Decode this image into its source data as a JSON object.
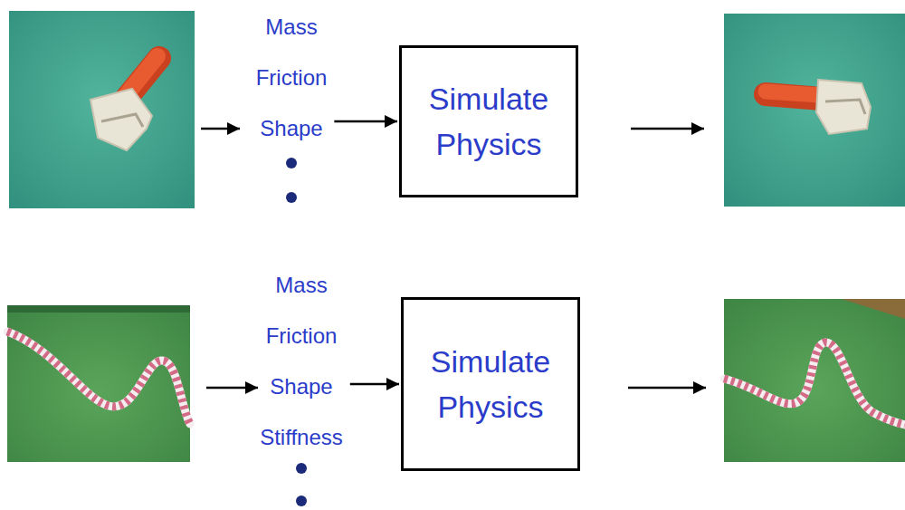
{
  "diagram": {
    "nodes": [
      {
        "text": [
          "Mass",
          "Friction",
          "Shape"
        ]
      },
      {
        "text": [
          "Simulate Physics"
        ]
      },
      {
        "text": [
          "Mass",
          "Friction",
          "Shape",
          "Stiffness"
        ]
      },
      {
        "text": [
          "Simulate Physics"
        ]
      }
    ],
    "edges": [
      {
        "from": 0,
        "to": 1,
        "arrow": "to"
      },
      {
        "from": 2,
        "to": 3,
        "arrow": "to"
      }
    ]
  }
}
